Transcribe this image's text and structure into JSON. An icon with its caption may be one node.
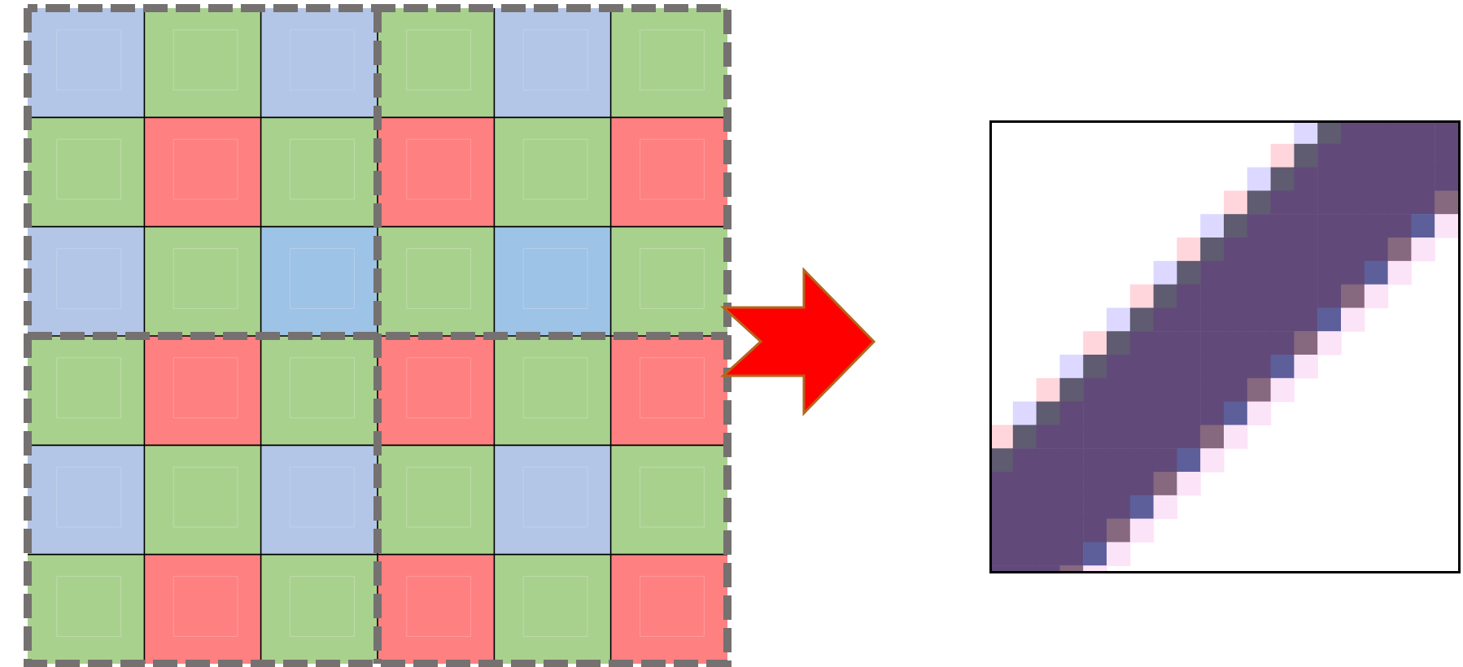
{
  "diagram": {
    "nodes": [
      {
        "text": [],
        "shape": "picture"
      },
      {
        "text": [],
        "shape": "picture"
      }
    ],
    "edges": [
      {
        "from": 0,
        "to": 1,
        "arrow": "to",
        "color": "#ff0000"
      }
    ]
  }
}
